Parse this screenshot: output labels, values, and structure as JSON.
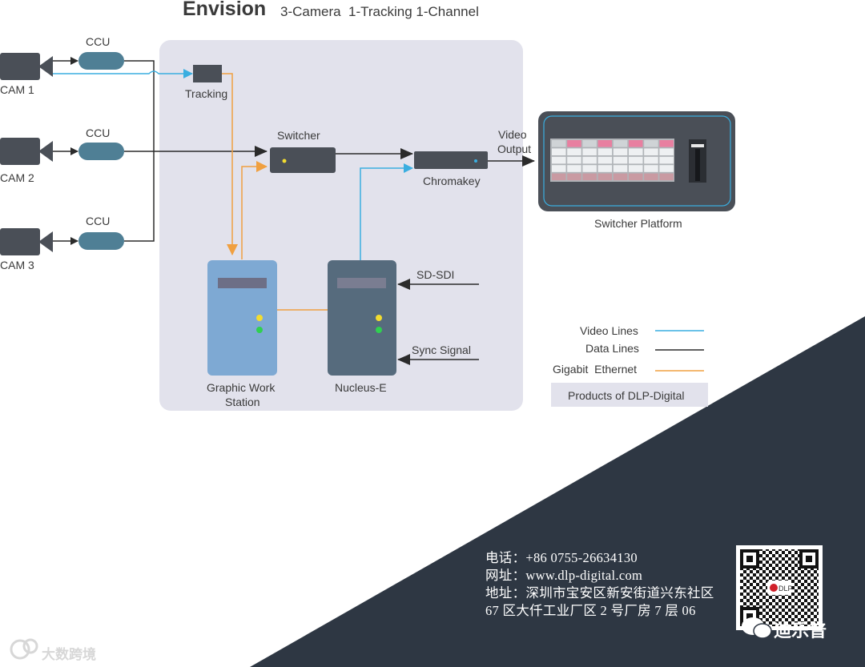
{
  "header": {
    "title": "Envision",
    "subtitle": "3-Camera  1-Tracking 1-Channel"
  },
  "cameras": [
    {
      "label": "CAM 1",
      "ccu_label": "CCU"
    },
    {
      "label": "CAM 2",
      "ccu_label": "CCU"
    },
    {
      "label": "CAM 3",
      "ccu_label": "CCU"
    }
  ],
  "devices": {
    "tracking": "Tracking",
    "switcher": "Switcher",
    "chromakey": "Chromakey",
    "video_output_line1": "Video",
    "video_output_line2": "Output",
    "switcher_platform": "Switcher Platform",
    "graphic_ws_line1": "Graphic Work",
    "graphic_ws_line2": "Station",
    "nucleus": "Nucleus-E",
    "sd_sdi": "SD-SDI",
    "sync_signal": "Sync Signal"
  },
  "legend": {
    "video_lines": "Video Lines",
    "data_lines": "Data Lines",
    "gigabit_ethernet": "Gigabit  Ethernet",
    "products_note": "Products of DLP-Digital"
  },
  "colors": {
    "video": "#3aaee0",
    "data": "#2b2b2b",
    "ethernet": "#f0a040",
    "panel": "#e2e2ec",
    "dark_band": "#2e3743"
  },
  "contact": {
    "phone": "电话：+86 0755-26634130",
    "website": "网址：www.dlp-digital.com",
    "address_line1": "地址：深圳市宝安区新安街道兴东社区",
    "address_line2": "67 区大仟工业厂区 2 号厂房 7 层 06"
  },
  "brand_watermark": "迪乐普",
  "source_watermark": "大数跨境"
}
